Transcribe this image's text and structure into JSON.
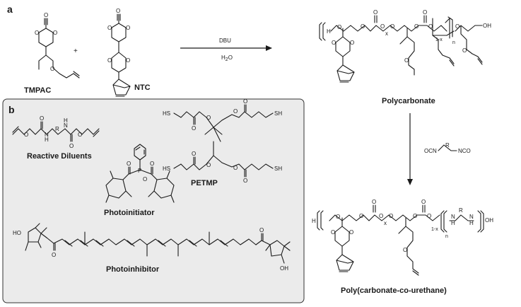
{
  "panels": {
    "a": "a",
    "b": "b"
  },
  "compounds": {
    "tmpac": "TMPAC",
    "ntc": "NTC",
    "polycarbonate": "Polycarbonate",
    "polyurethane": "Poly(carbonate-co-urethane)",
    "reactive_diluents": "Reactive Diluents",
    "petmp": "PETMP",
    "photoinitiator": "Photoinitiator",
    "photoinhibitor": "Photoinhibitor"
  },
  "symbols": {
    "plus": "+"
  },
  "conditions": {
    "catalyst": "DBU",
    "water_main": "H",
    "water_sub": "2",
    "water_tail": "O",
    "diisocyanate_left": "OCN",
    "diisocyanate_mid": "R",
    "diisocyanate_right": "NCO"
  },
  "atoms": {
    "o": "O",
    "oh": "OH",
    "ho": "HO",
    "h": "H",
    "sh": "SH",
    "hs": "HS",
    "p": "P",
    "n": "N",
    "r": "R",
    "x": "x",
    "one_minus_x": "1-x",
    "n_sub": "n"
  }
}
